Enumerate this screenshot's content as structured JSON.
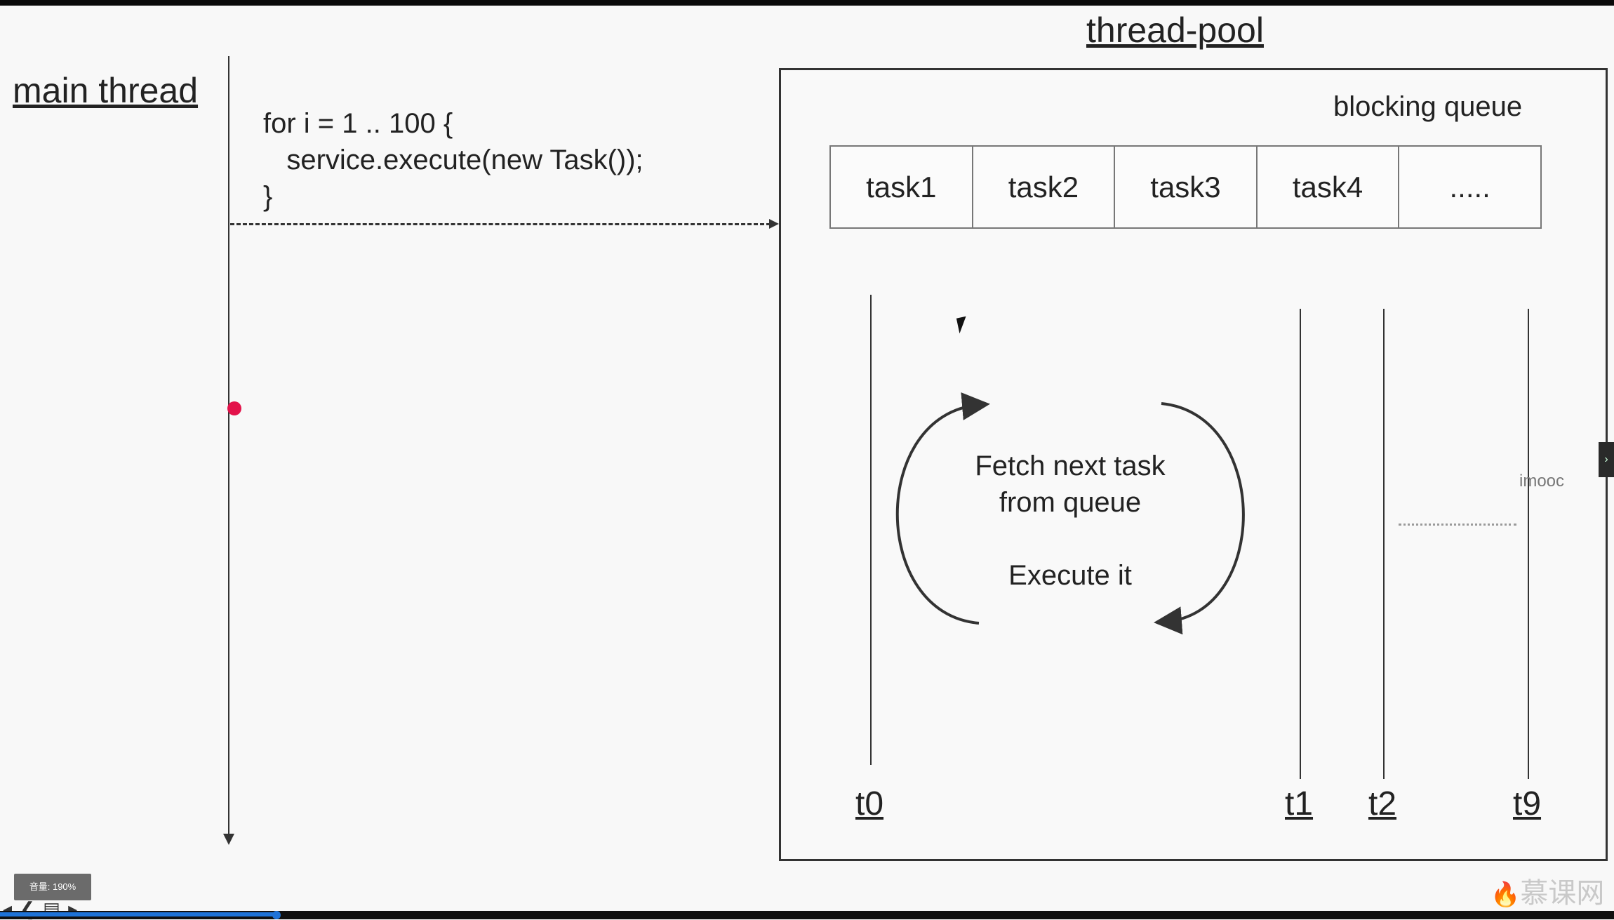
{
  "main_thread": {
    "title": "main thread",
    "code": [
      "for i = 1 .. 100 {",
      "   service.execute(new Task());",
      "}"
    ]
  },
  "thread_pool": {
    "title": "thread-pool",
    "blocking_queue_label": "blocking queue",
    "queue_cells": [
      "task1",
      "task2",
      "task3",
      "task4",
      "....."
    ],
    "threads": [
      "t0",
      "t1",
      "t2",
      "t9"
    ],
    "loop_text": [
      "Fetch next task",
      "from queue",
      "Execute it"
    ]
  },
  "watermark": "imooc",
  "player": {
    "volume": "音量: 190%",
    "brand": "慕课网",
    "progress_fraction": 0.17
  },
  "colors": {
    "line": "#333333",
    "marker": "#e3124a",
    "progress": "#1e73d8"
  }
}
